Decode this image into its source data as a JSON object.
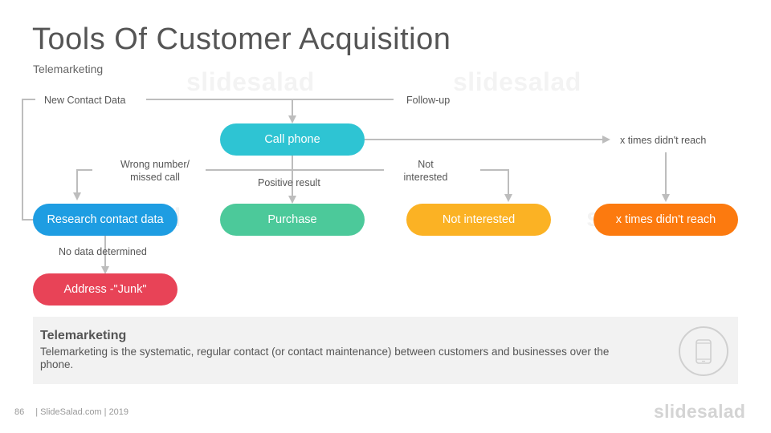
{
  "title": "Tools Of Customer Acquisition",
  "subtitle": "Telemarketing",
  "watermark": "slidesalad",
  "nodes": {
    "call_phone": "Call phone",
    "research": "Research contact data",
    "purchase": "Purchase",
    "not_interested": "Not interested",
    "x_times": "x times didn't reach",
    "junk": "Address -\"Junk\""
  },
  "labels": {
    "new_contact": "New Contact Data",
    "follow_up": "Follow-up",
    "x_times_label": "x times didn't reach",
    "wrong_number_1": "Wrong  number/",
    "wrong_number_2": "missed call",
    "positive": "Positive result",
    "not_1": "Not",
    "not_2": "interested",
    "no_data": "No data determined"
  },
  "info": {
    "heading": "Telemarketing",
    "body": "Telemarketing is the systematic, regular contact (or contact maintenance) between customers and businesses over the phone.",
    "icon": "smartphone-icon"
  },
  "footer": {
    "page": "86",
    "source": "| SlideSalad.com | 2019"
  },
  "brand": "slidesalad",
  "colors": {
    "call_phone": "#2ec4d3",
    "research": "#1e9de2",
    "purchase": "#4cc99a",
    "not_interested": "#fbb224",
    "x_times": "#fc7a0f",
    "junk": "#e84357",
    "connector": "#bdbdbd",
    "info_bg": "#f2f2f2"
  }
}
